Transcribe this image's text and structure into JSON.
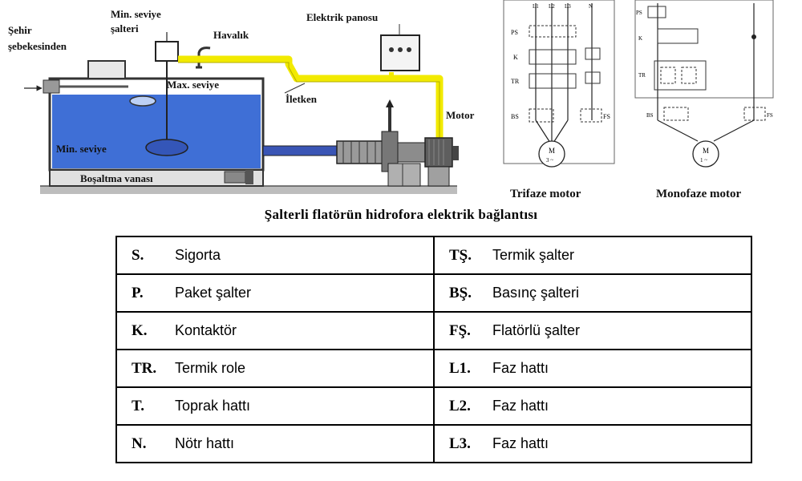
{
  "diagram": {
    "labels": {
      "city_supply": [
        "Şehir",
        "şebekesinden"
      ],
      "min_level_switch": [
        "Min. seviye",
        "şalteri"
      ],
      "vent": "Havalık",
      "electric_panel": "Elektrik panosu",
      "max_level": "Max. seviye",
      "conductor": "İletken",
      "motor": "Motor",
      "min_level": "Min. seviye",
      "drain_valve": "Boşaltma vanası",
      "three_phase_motor": "Trifaze motor",
      "single_phase_motor": "Monofaze motor"
    },
    "schematic_tags": {
      "three_phase": [
        "L1",
        "L2",
        "L3",
        "N",
        "PS",
        "K",
        "TR",
        "BS",
        "FS",
        "M",
        "3 ~"
      ],
      "single_phase": [
        "PS",
        "K",
        "TR",
        "BS",
        "FS",
        "M",
        "1 ~"
      ]
    },
    "colors": {
      "water": "#3f6fd6",
      "conductor": "#f2ea00",
      "tank_edge": "#333333",
      "ground": "#9a9a9a"
    }
  },
  "caption": "Şalterli flatörün hidrofora elektrik bağlantısı",
  "legend": {
    "rows": [
      [
        {
          "abbr": "S.",
          "desc": "Sigorta"
        },
        {
          "abbr": "TŞ.",
          "desc": "Termik şalter"
        }
      ],
      [
        {
          "abbr": "P.",
          "desc": "Paket şalter"
        },
        {
          "abbr": "BŞ.",
          "desc": "Basınç şalteri"
        }
      ],
      [
        {
          "abbr": "K.",
          "desc": "Kontaktör"
        },
        {
          "abbr": "FŞ.",
          "desc": "Flatörlü şalter"
        }
      ],
      [
        {
          "abbr": "TR.",
          "desc": "Termik role"
        },
        {
          "abbr": "L1.",
          "desc": "Faz hattı"
        }
      ],
      [
        {
          "abbr": "T.",
          "desc": "Toprak hattı"
        },
        {
          "abbr": "L2.",
          "desc": "Faz hattı"
        }
      ],
      [
        {
          "abbr": "N.",
          "desc": "Nötr hattı"
        },
        {
          "abbr": "L3.",
          "desc": "Faz hattı"
        }
      ]
    ]
  }
}
